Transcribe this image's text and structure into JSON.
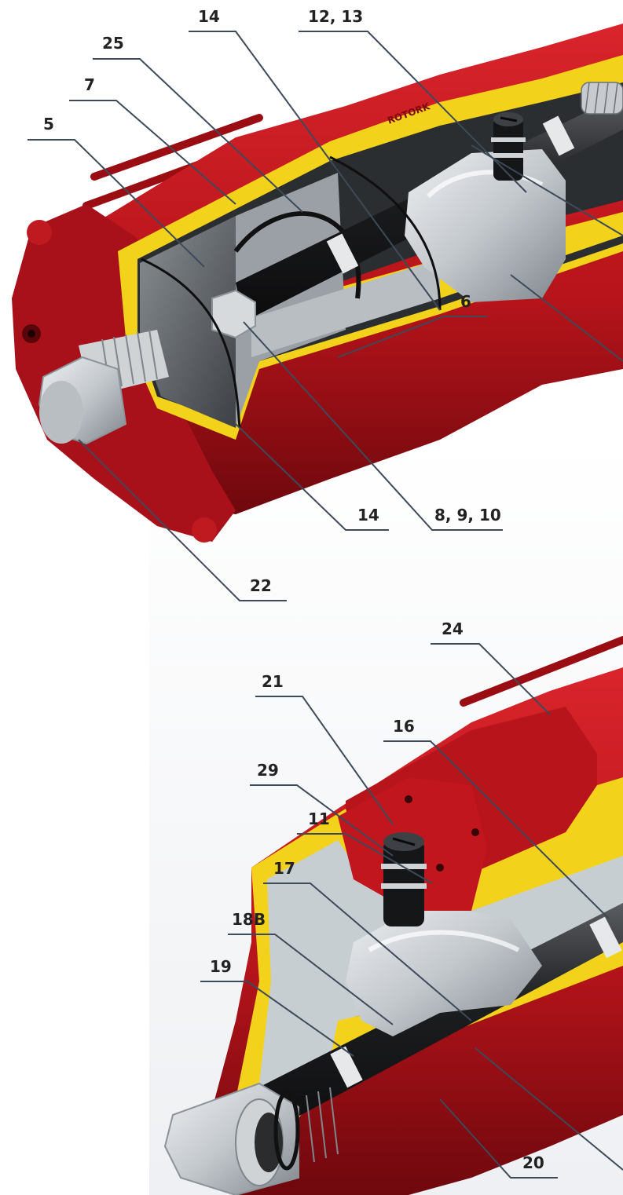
{
  "callouts_top": {
    "l5": "5",
    "l7": "7",
    "l25": "25",
    "l14a": "14",
    "l12_13": "12, 13",
    "l6": "6",
    "l14b": "14",
    "l8_9_10": "8, 9, 10",
    "l22": "22"
  },
  "callouts_bottom": {
    "l24": "24",
    "l21": "21",
    "l16": "16",
    "l29": "29",
    "l11": "11",
    "l17": "17",
    "l18b": "18B",
    "l19": "19",
    "l20": "20"
  },
  "colors": {
    "body_red": "#b8141b",
    "body_red_dark": "#7a0a0f",
    "cut_yellow": "#f2d21a",
    "steel": "#c9ced3",
    "steel_dark": "#8c9399",
    "piston_grey": "#5c6166",
    "shaft_black": "#1c1d1f",
    "leader_line": "#3c4a5a"
  }
}
